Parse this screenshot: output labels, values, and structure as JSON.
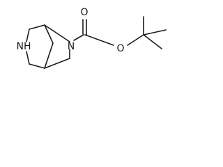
{
  "molecule": {
    "atom_labels": {
      "nh": "NH",
      "n_ring": "N",
      "o_carbonyl": "O",
      "o_ester": "O"
    }
  },
  "colors": {
    "ink": "#1a1a1a",
    "background": "#ffffff"
  }
}
